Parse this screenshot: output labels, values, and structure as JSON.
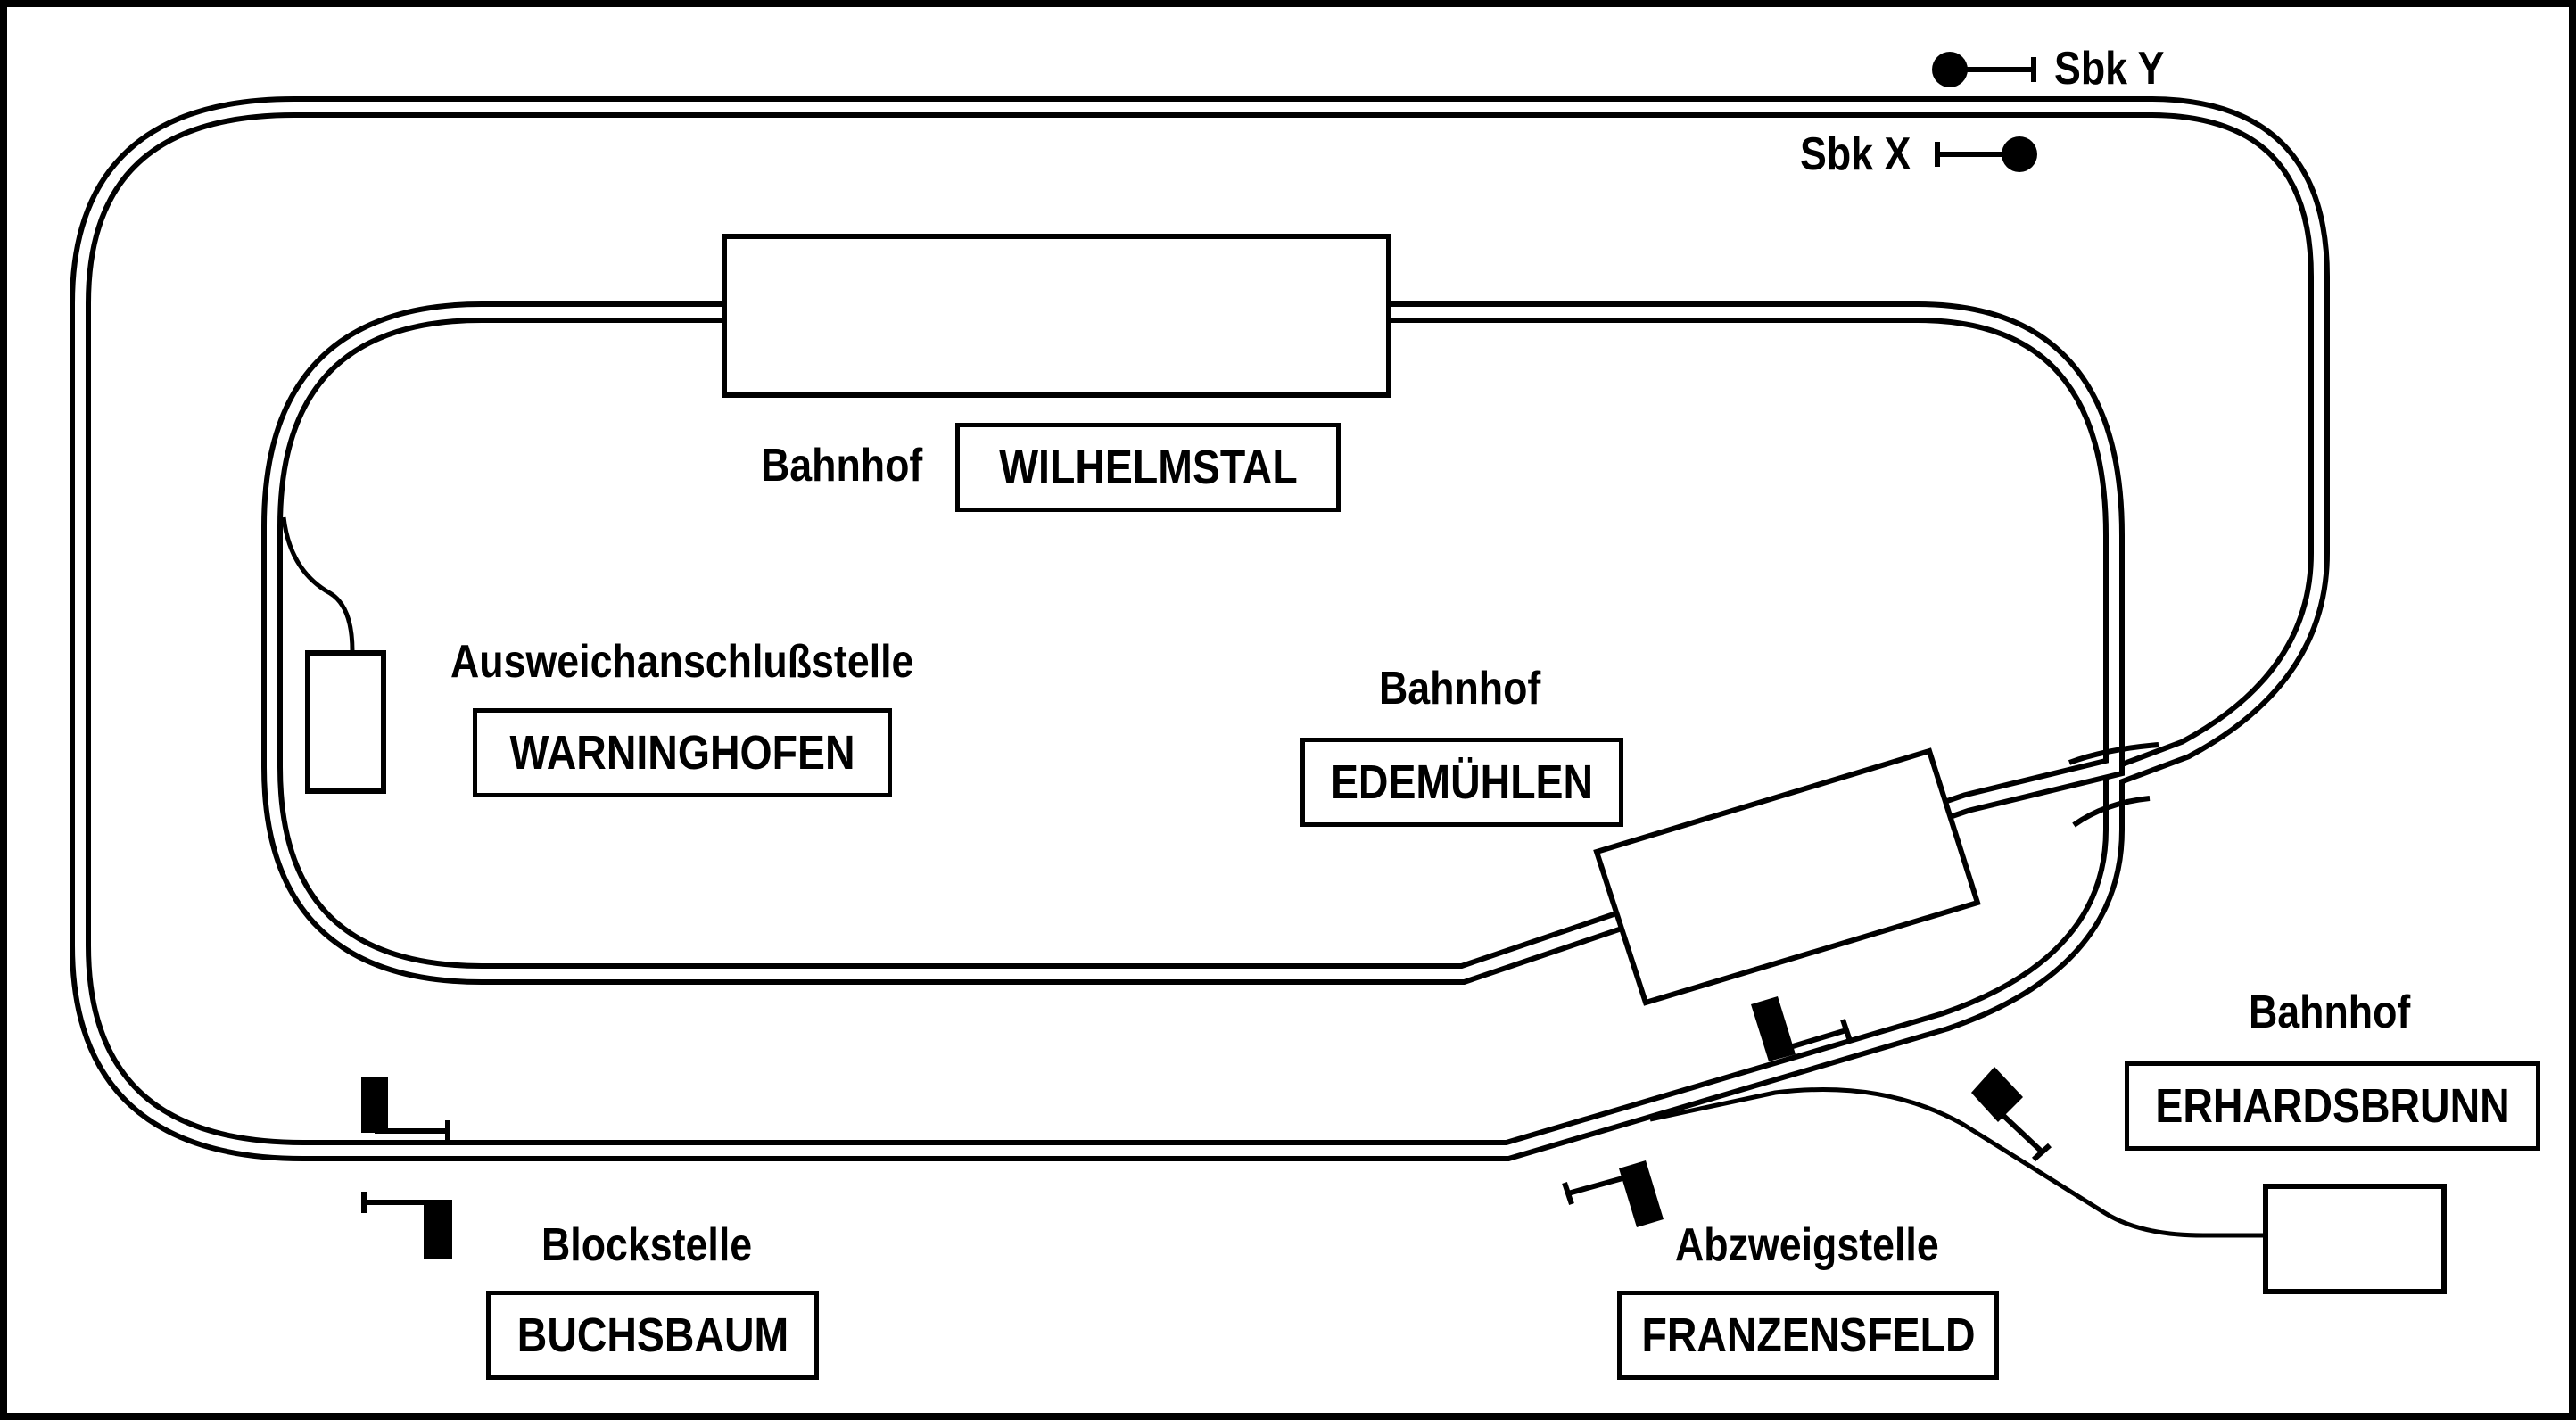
{
  "stations": {
    "wilhelmstal": {
      "kind": "Bahnhof",
      "name": "WILHELMSTAL"
    },
    "warninghofen": {
      "kind": "Ausweichanschlußstelle",
      "name": "WARNINGHOFEN"
    },
    "edemuehlen": {
      "kind": "Bahnhof",
      "name": "EDEMÜHLEN"
    },
    "erhardsbrunn": {
      "kind": "Bahnhof",
      "name": "ERHARDSBRUNN"
    },
    "buchsbaum": {
      "kind": "Blockstelle",
      "name": "BUCHSBAUM"
    },
    "franzensfeld": {
      "kind": "Abzweigstelle",
      "name": "FRANZENSFELD"
    }
  },
  "signals": {
    "sbk_y": "Sbk Y",
    "sbk_x": "Sbk X"
  }
}
